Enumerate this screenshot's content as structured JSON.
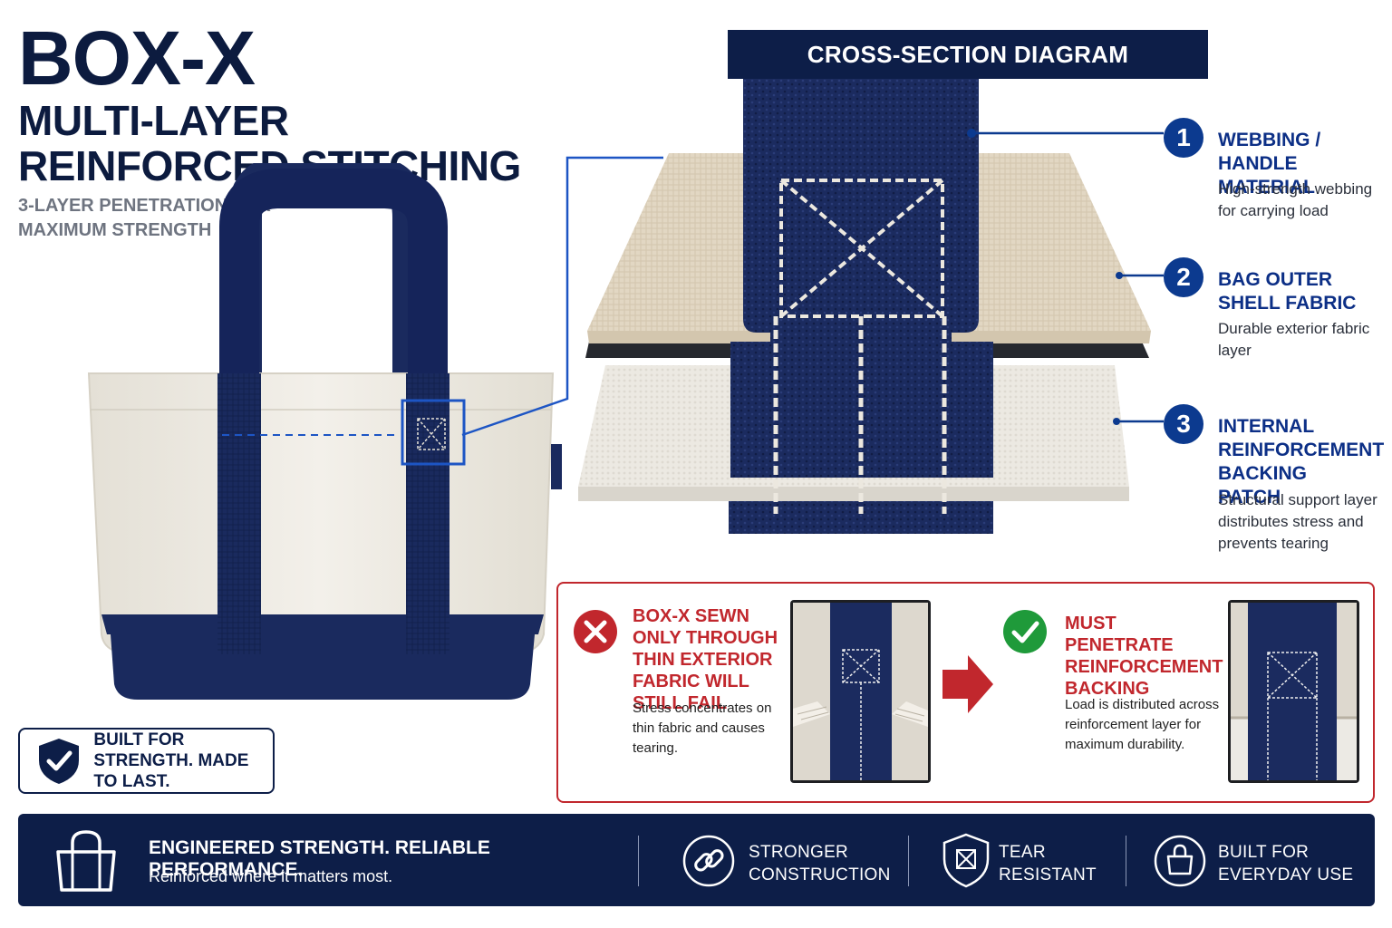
{
  "header": {
    "title": "BOX-X",
    "subtitle": "MULTI-LAYER REINFORCED STITCHING",
    "tagline": "3-LAYER PENETRATION FOR MAXIMUM STRENGTH"
  },
  "cross_section": {
    "heading": "CROSS-SECTION DIAGRAM",
    "layers": [
      {
        "number": "1",
        "title": "WEBBING / HANDLE MATERIAL",
        "description": "High-strength webbing for carrying load"
      },
      {
        "number": "2",
        "title": "BAG OUTER SHELL FABRIC",
        "description": "Durable exterior fabric layer"
      },
      {
        "number": "3",
        "title": "INTERNAL REINFORCEMENT BACKING PATCH",
        "description": "Structural support layer distributes stress and prevents tearing"
      }
    ]
  },
  "comparison": {
    "bad": {
      "title": "BOX-X SEWN ONLY THROUGH THIN EXTERIOR FABRIC WILL STILL FAIL",
      "description": "Stress concentrates on thin fabric and causes tearing."
    },
    "good": {
      "title": "MUST PENETRATE REINFORCEMENT BACKING",
      "description": "Load is distributed across reinforcement layer for maximum durability."
    }
  },
  "badge": {
    "text": "BUILT FOR STRENGTH. MADE TO LAST.",
    "icon": "shield-check-icon"
  },
  "footer": {
    "headline": "ENGINEERED STRENGTH. RELIABLE PERFORMANCE.",
    "subline": "Reinforced where it matters most.",
    "features": [
      {
        "label": "STRONGER CONSTRUCTION",
        "icon": "chain-link-icon"
      },
      {
        "label": "TEAR RESISTANT",
        "icon": "shield-x-icon"
      },
      {
        "label": "BUILT FOR EVERYDAY USE",
        "icon": "bag-icon"
      }
    ]
  },
  "colors": {
    "navy": "#0d1e48",
    "accent_blue": "#0c3a8f",
    "red": "#c1272d",
    "green": "#1f9a3a",
    "canvas": "#efebe3"
  }
}
